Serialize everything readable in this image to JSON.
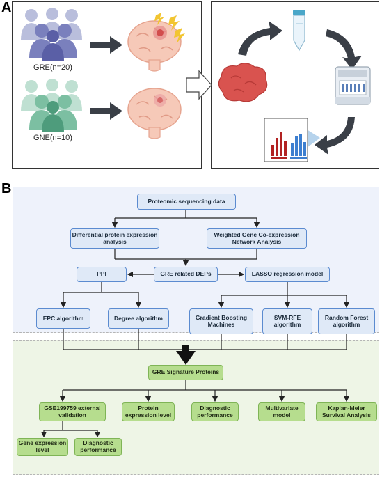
{
  "panel_a": {
    "letter": "A",
    "groups": [
      {
        "label": "GRE(n=20)"
      },
      {
        "label": "GNE(n=10)"
      }
    ]
  },
  "panel_b": {
    "letter": "B",
    "nodes": {
      "proteomic": "Proteomic sequencing data",
      "differential": "Differential protein expression analysis",
      "wgcna": "Weighted Gene Co-expression Network Analysis",
      "ppi": "PPI",
      "gre_deps": "GRE related DEPs",
      "lasso": "LASSO regression model",
      "epc": "EPC algorithm",
      "degree": "Degree algorithm",
      "gbm": "Gradient Boosting Machines",
      "svm": "SVM-RFE algorithm",
      "rf": "Random Forest algorithm",
      "signature": "GRE Signature Proteins",
      "gse": "GSE199759 external validation",
      "protein_expr": "Protein expression level",
      "diag_perf": "Diagnostic performance",
      "multivariate": "Multivariate model",
      "km": "Kaplan-Meier Survival Analysis",
      "gene_expr": "Gene expression level",
      "diag_perf2": "Diagnostic performance"
    }
  },
  "colors": {
    "blue_region": "#eef2fb",
    "green_region": "#eef5e6",
    "blue_box": "#dfe9f7",
    "green_box": "#b6dd8e",
    "arrow_dark": "#3a3f47"
  }
}
